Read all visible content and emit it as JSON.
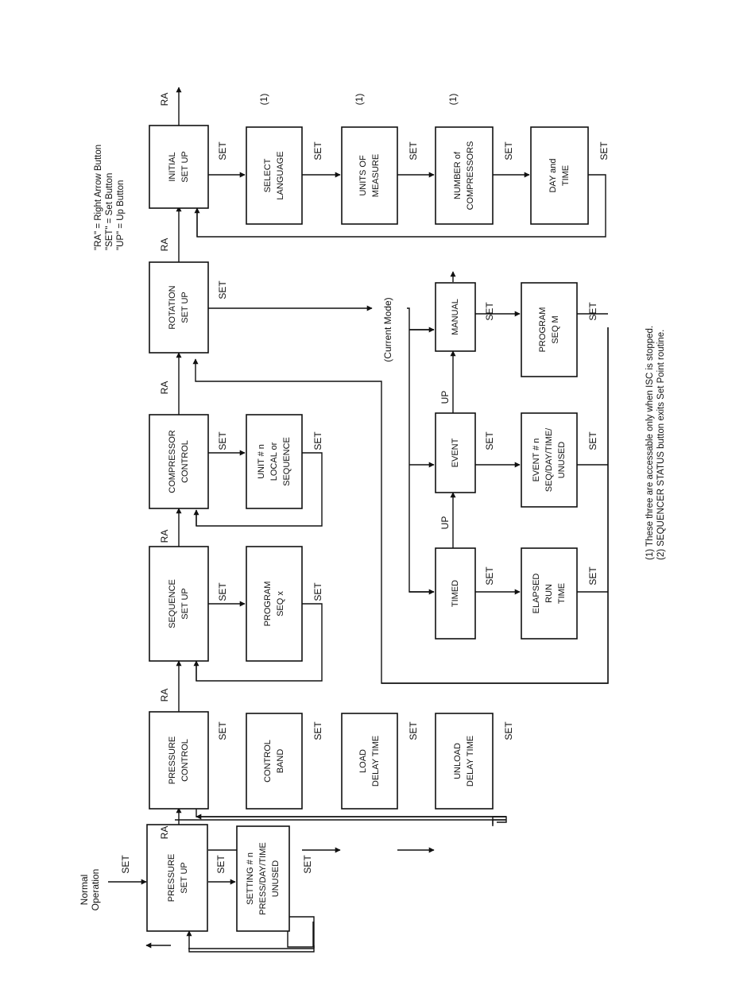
{
  "legend": [
    "\"RA\" = Right Arrow Button",
    "\"SET\" = Set Button",
    "\"UP\" = Up Button"
  ],
  "footnotes": [
    "(1) These three are accessable only when ISC is stopped.",
    "(2) SEQUENCER STATUS button exits Set Point routine."
  ],
  "start_label": [
    "Normal",
    "Operation"
  ],
  "current_mode_label": "(Current Mode)",
  "edge_labels": {
    "set": "SET",
    "ra": "RA",
    "up": "UP",
    "note1": "(1)"
  },
  "boxes": {
    "pressure_setup": [
      "PRESSURE",
      "SET UP"
    ],
    "setting_n": [
      "SETTING # n",
      "PRESS/DAY/TIME",
      "UNUSED"
    ],
    "pressure_control": [
      "PRESSURE",
      "CONTROL"
    ],
    "control_band": [
      "CONTROL",
      "BAND"
    ],
    "load_delay": [
      "LOAD",
      "DELAY TIME"
    ],
    "unload_delay": [
      "UNLOAD",
      "DELAY TIME"
    ],
    "sequence_setup": [
      "SEQUENCE",
      "SET UP"
    ],
    "program_seq_x": [
      "PROGRAM",
      "SEQ x"
    ],
    "compressor_control": [
      "COMPRESSOR",
      "CONTROL"
    ],
    "unit_n": [
      "UNIT # n",
      "LOCAL or",
      "SEQUENCE"
    ],
    "rotation_setup": [
      "ROTATION",
      "SET UP"
    ],
    "timed": [
      "TIMED"
    ],
    "elapsed_run_time": [
      "ELAPSED",
      "RUN",
      "TIME"
    ],
    "event": [
      "EVENT"
    ],
    "event_n": [
      "EVENT # n",
      "SEQ/DAY/TIME/",
      "UNUSED"
    ],
    "manual": [
      "MANUAL"
    ],
    "program_seq_m": [
      "PROGRAM",
      "SEQ M"
    ],
    "initial_setup": [
      "INITIAL",
      "SET UP"
    ],
    "select_language": [
      "SELECT",
      "LANGUAGE"
    ],
    "units_of_measure": [
      "UNITS OF",
      "MEASURE"
    ],
    "number_of_compressors": [
      "NUMBER of",
      "COMPRESSORS"
    ],
    "day_and_time": [
      "DAY and",
      "TIME"
    ]
  }
}
